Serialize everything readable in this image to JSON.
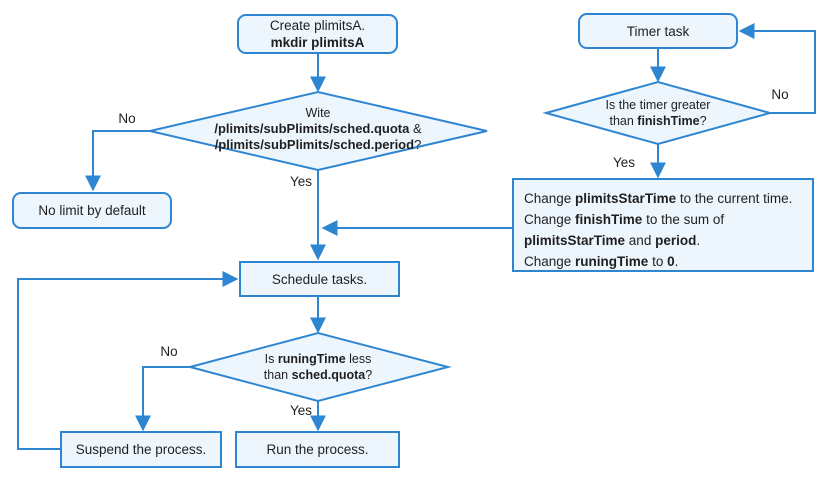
{
  "flowchart": {
    "colors": {
      "stroke": "#2e86d2",
      "fill": "#eef6fd",
      "ink": "#1f1f1f"
    },
    "create_box": {
      "line1": "Create plimitsA.",
      "line2": "mkdir plimitsA"
    },
    "timer_box": {
      "label": "Timer task"
    },
    "write_diamond": {
      "line1": "Wite",
      "line2_bold": "/plimits/subPlimits/sched.quota",
      "line2_tail": " &",
      "line3_bold": "/plimits/subPlimits/sched.period",
      "line3_tail": "?"
    },
    "no_limit_box": {
      "label": "No limit by default"
    },
    "timer_diamond": {
      "line1": "Is the timer greater",
      "line2_pre": "than ",
      "line2_bold": "finishTime",
      "line2_tail": "?"
    },
    "change_box": {
      "l1a": "Change ",
      "l1b": "plimitsStarTime",
      "l1c": " to the current time.",
      "l2a": "Change ",
      "l2b": "finishTime",
      "l2c": " to the sum of",
      "l3a": "plimitsStarTime",
      "l3b": " and ",
      "l3c": "period",
      "l3d": ".",
      "l4a": "Change ",
      "l4b": "runingTime",
      "l4c": " to ",
      "l4d": "0",
      "l4e": "."
    },
    "schedule_box": {
      "label": "Schedule tasks."
    },
    "runing_diamond": {
      "line1_pre": "Is ",
      "line1_bold": "runingTime",
      "line1_tail": " less",
      "line2_pre": "than ",
      "line2_bold": "sched.quota",
      "line2_tail": "?"
    },
    "suspend_box": {
      "label": "Suspend the process."
    },
    "run_box": {
      "label": "Run the process."
    },
    "labels": {
      "write_no": "No",
      "write_yes": "Yes",
      "timer_no": "No",
      "timer_yes": "Yes",
      "runing_no": "No",
      "runing_yes": "Yes"
    }
  }
}
